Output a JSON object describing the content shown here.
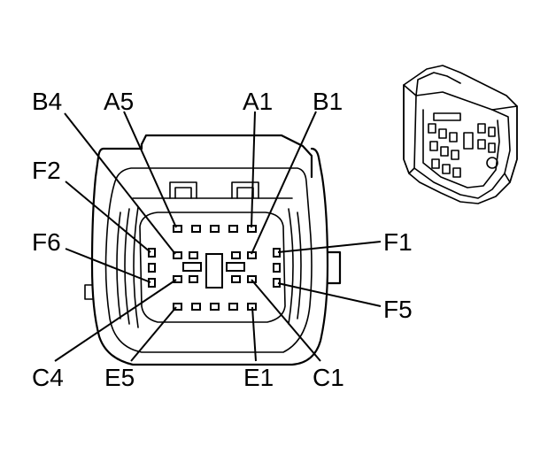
{
  "labels": {
    "B4": "B4",
    "A5": "A5",
    "A1": "A1",
    "B1": "B1",
    "F2": "F2",
    "F6": "F6",
    "F1": "F1",
    "F5": "F5",
    "C4": "C4",
    "E5": "E5",
    "E1": "E1",
    "C1": "C1"
  }
}
